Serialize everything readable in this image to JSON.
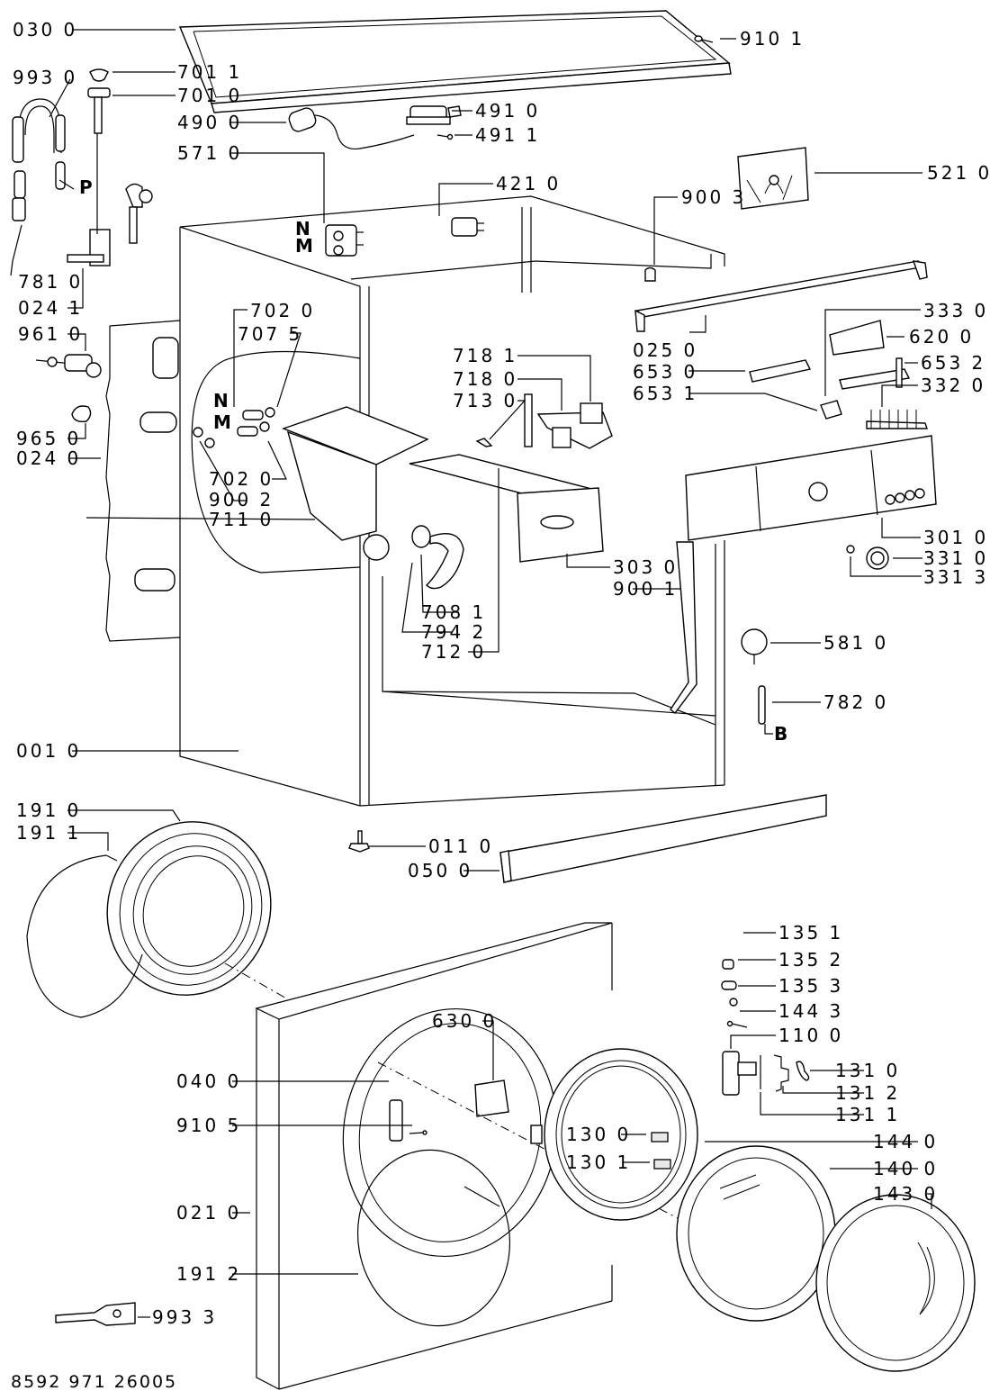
{
  "document": {
    "type": "exploded parts diagram",
    "subject": "front-loading washing machine",
    "document_number": "8592 971 26005"
  },
  "letter_markers": {
    "P": "P",
    "N_valve": "N",
    "M_valve": "M",
    "N_hose": "N",
    "M_hose": "M",
    "B": "B"
  },
  "labels": {
    "l0300": "030 0",
    "l9101": "910 1",
    "l9930": "993 0",
    "l7011": "701 1",
    "l7010": "701 0",
    "l4900": "490 0",
    "l4910": "491 0",
    "l4911": "491 1",
    "l5710": "571 0",
    "l5210": "521 0",
    "l4210": "421 0",
    "l9003": "900 3",
    "l7810": "781 0",
    "l0241": "024 1",
    "l7020a": "702 0",
    "l7075": "707 5",
    "l9610": "961 0",
    "l0250": "025 0",
    "l3330": "333 0",
    "l6200": "620 0",
    "l7181": "718 1",
    "l7180": "718 0",
    "l7130": "713 0",
    "l6530": "653 0",
    "l6532": "653 2",
    "l6531": "653 1",
    "l3320": "332 0",
    "l9650": "965 0",
    "l0240": "024 0",
    "l7020b": "702 0",
    "l9002": "900 2",
    "l7110": "711 0",
    "l3010": "301 0",
    "l3310": "331 0",
    "l3313": "331 3",
    "l3030": "303 0",
    "l9001": "900 1",
    "l7081": "708 1",
    "l7942": "794 2",
    "l7120": "712 0",
    "l5810": "581 0",
    "l7820": "782 0",
    "l0010": "001 0",
    "l1910": "191 0",
    "l1911": "191 1",
    "l0110": "011 0",
    "l0500": "050 0",
    "l1351": "135 1",
    "l1352": "135 2",
    "l1353": "135 3",
    "l1443": "144 3",
    "l1100": "110 0",
    "l6300": "630 0",
    "l0400": "040 0",
    "l1310": "131 0",
    "l1312": "131 2",
    "l1311": "131 1",
    "l9105": "910 5",
    "l1300": "130 0",
    "l1440": "144 0",
    "l1301": "130 1",
    "l1400": "140 0",
    "l1430": "143 0",
    "l0210": "021 0",
    "l1912": "191 2",
    "l9933": "993 3"
  }
}
